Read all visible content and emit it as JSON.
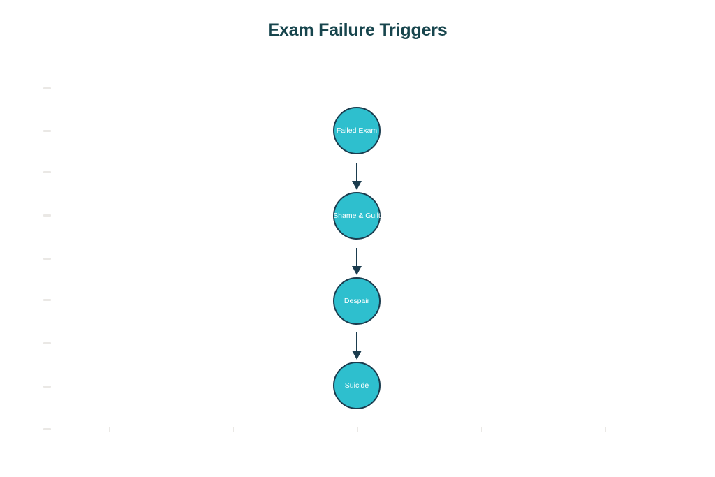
{
  "title": "Exam Failure Triggers",
  "diagram": {
    "type": "flowchart-vertical",
    "nodes": [
      {
        "id": "failed-exam",
        "label": "Failed Exam"
      },
      {
        "id": "shame-guilt",
        "label": "Shame & Guilt"
      },
      {
        "id": "despair",
        "label": "Despair"
      },
      {
        "id": "suicide",
        "label": "Suicide"
      }
    ],
    "edges": [
      {
        "from": "failed-exam",
        "to": "shame-guilt"
      },
      {
        "from": "shame-guilt",
        "to": "despair"
      },
      {
        "from": "despair",
        "to": "suicide"
      }
    ]
  },
  "colors": {
    "title": "#17454d",
    "node_fill": "#2ebfce",
    "node_border": "#1b3c4e",
    "node_text": "#ffffff",
    "arrow": "#1b3c4e",
    "tick": "#eae8e5",
    "background": "#ffffff"
  },
  "axis_ticks": {
    "left_y": [
      126,
      187,
      246,
      308,
      370,
      429,
      491,
      553,
      614
    ],
    "bottom_x": [
      157,
      334,
      512,
      690,
      867
    ]
  }
}
